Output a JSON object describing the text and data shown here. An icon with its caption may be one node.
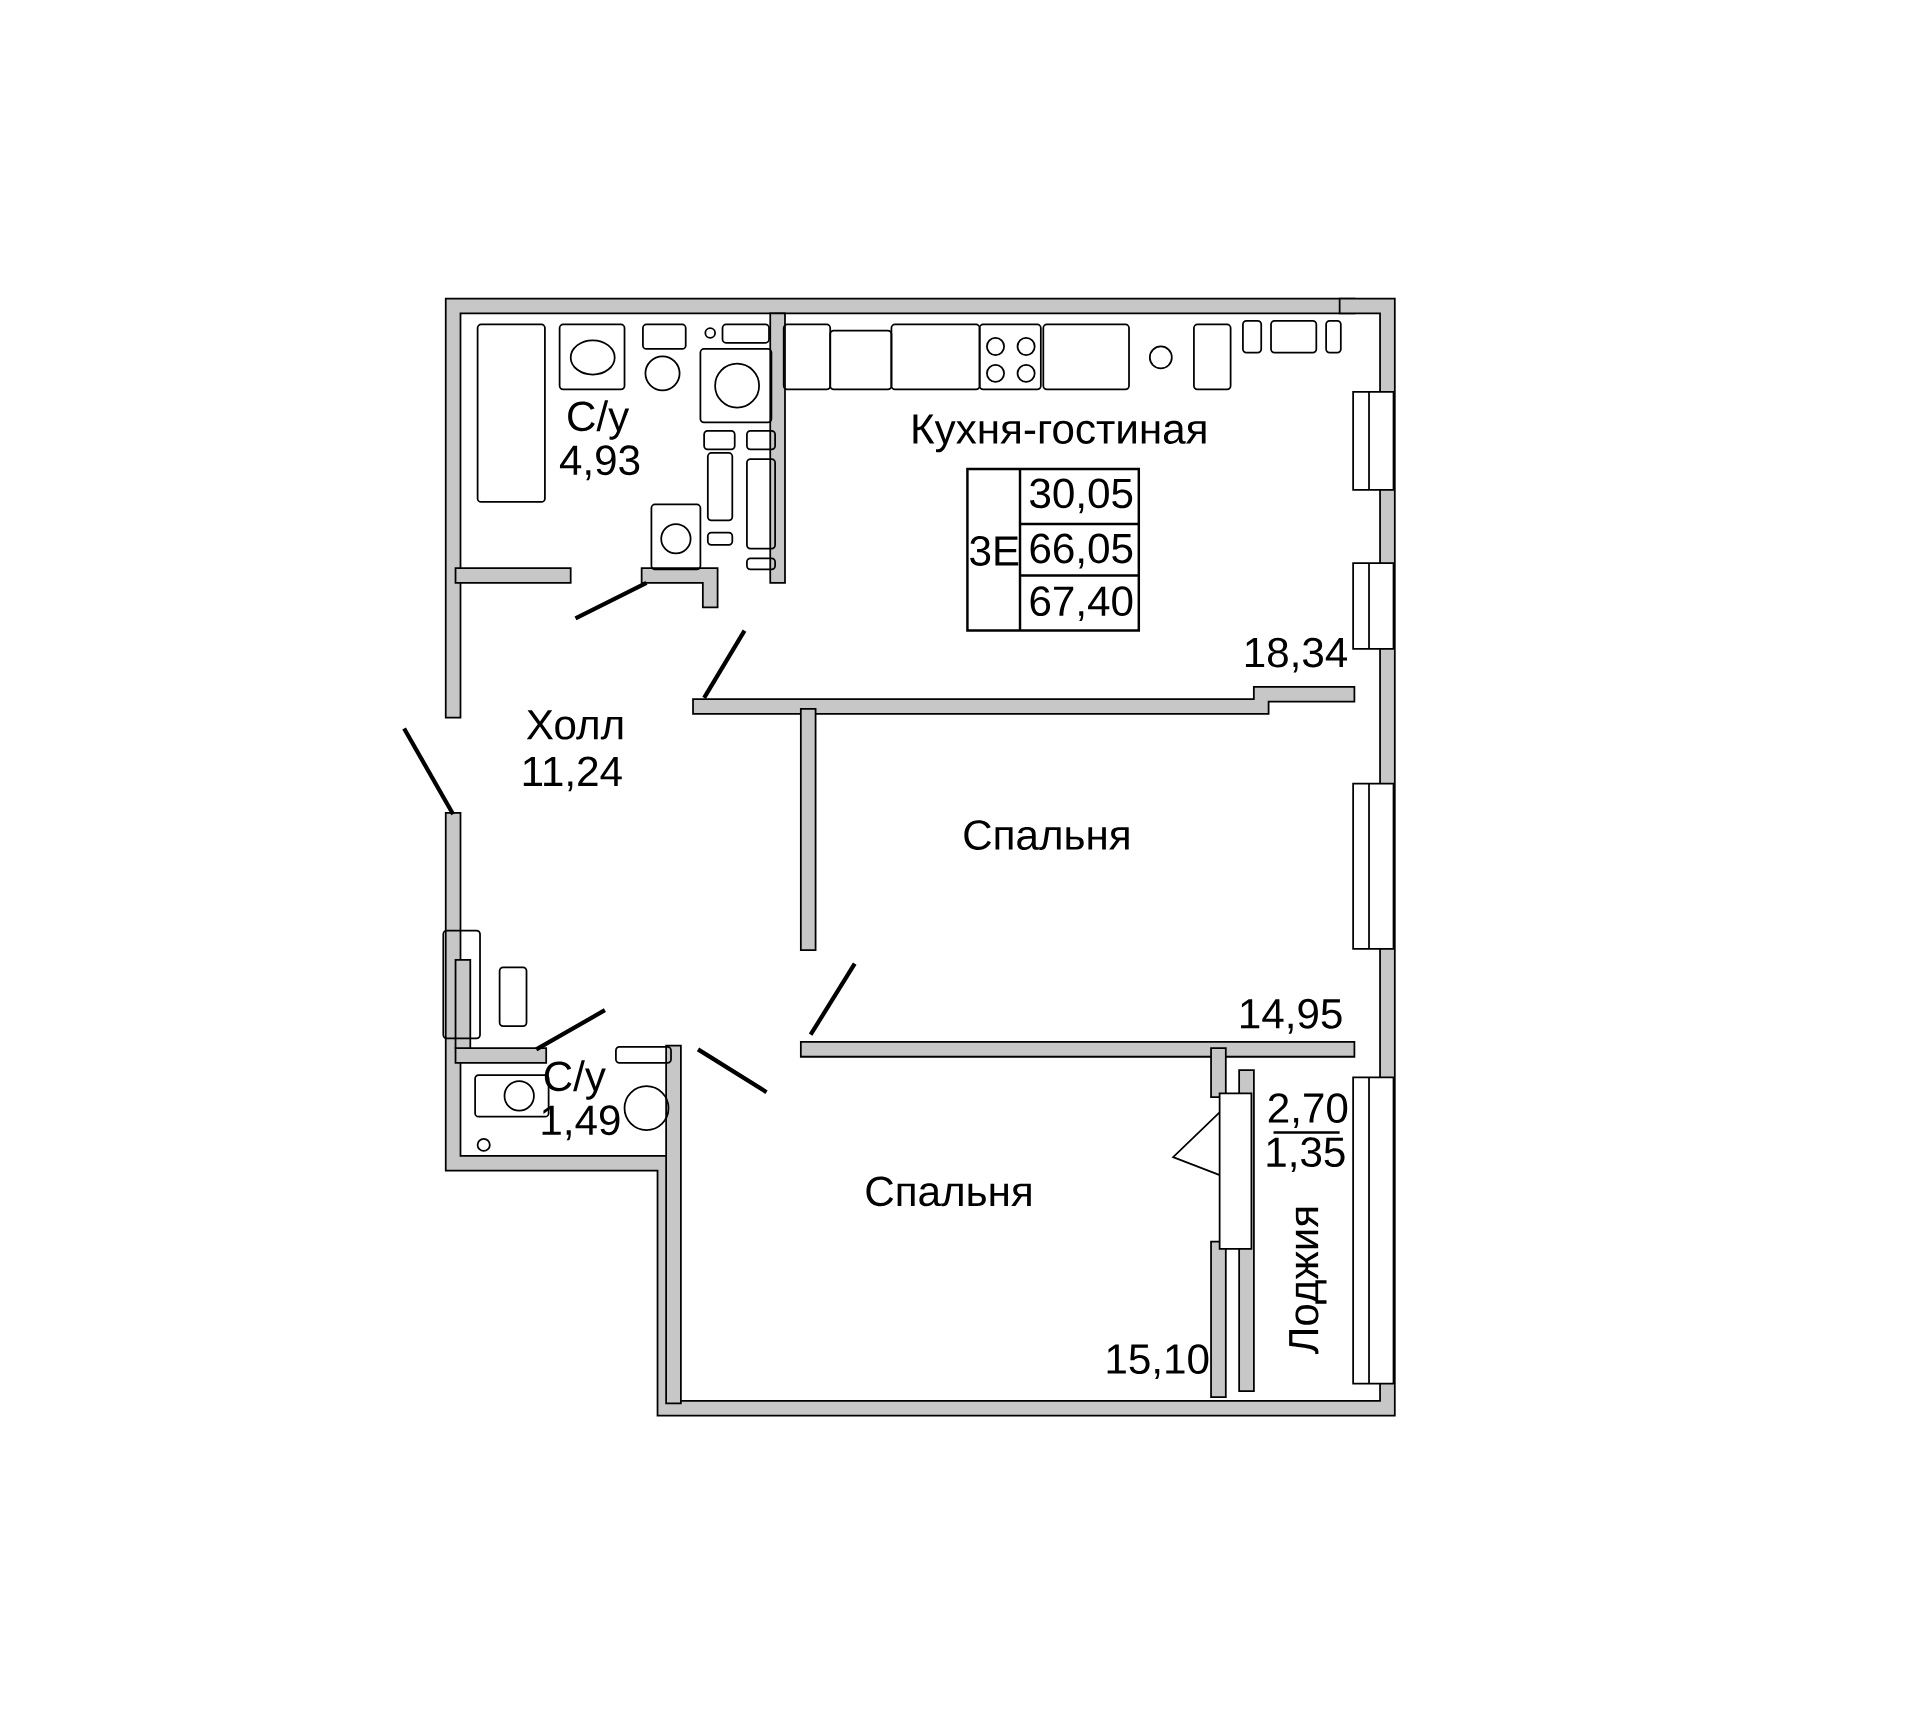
{
  "diagram": {
    "labels": [
      "Кухня-гостиная",
      "3Е",
      "30,05",
      "66,05",
      "67,40",
      "18,34",
      "С/у",
      "4,93",
      "Холл",
      "11,24",
      "Спальня",
      "14,95",
      "С/у",
      "1,49",
      "Спальня",
      "15,10",
      "2,70",
      "1,35",
      "Лоджия"
    ]
  }
}
